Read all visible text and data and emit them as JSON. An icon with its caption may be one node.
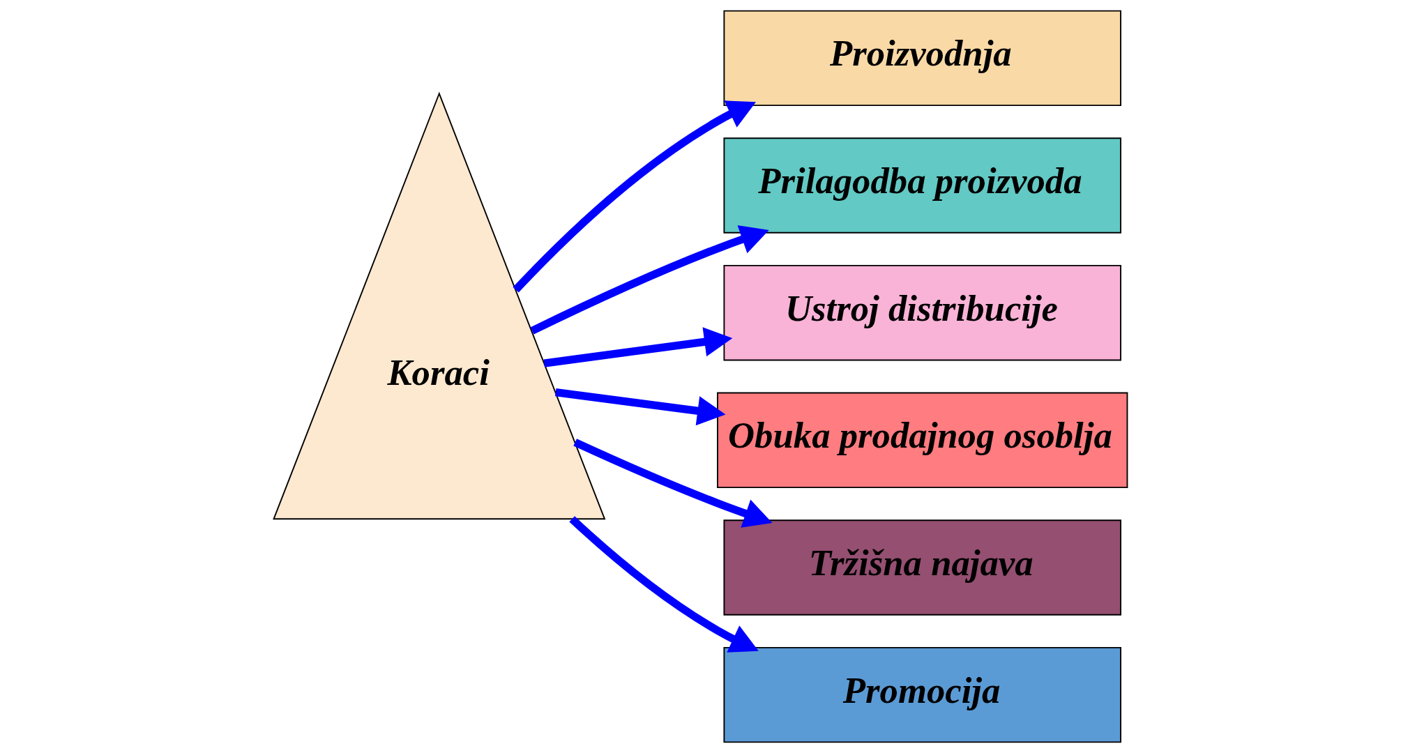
{
  "diagram": {
    "nodes": [
      {
        "text": [
          "Koraci"
        ]
      },
      {
        "text": [
          "Proizvodnja"
        ]
      },
      {
        "text": [
          "Prilagodba proizvoda"
        ]
      },
      {
        "text": [
          "Ustroj distribucije"
        ]
      },
      {
        "text": [
          "Obuka prodajnog osoblja"
        ]
      },
      {
        "text": [
          "Tržišna najava"
        ]
      },
      {
        "text": [
          "Promocija"
        ]
      }
    ],
    "edges": [
      {
        "from": 0,
        "to": 1,
        "arrow": "to"
      },
      {
        "from": 0,
        "to": 2,
        "arrow": "to"
      },
      {
        "from": 0,
        "to": 3,
        "arrow": "to"
      },
      {
        "from": 0,
        "to": 4,
        "arrow": "to"
      },
      {
        "from": 0,
        "to": 5,
        "arrow": "to"
      },
      {
        "from": 0,
        "to": 6,
        "arrow": "to"
      }
    ]
  }
}
